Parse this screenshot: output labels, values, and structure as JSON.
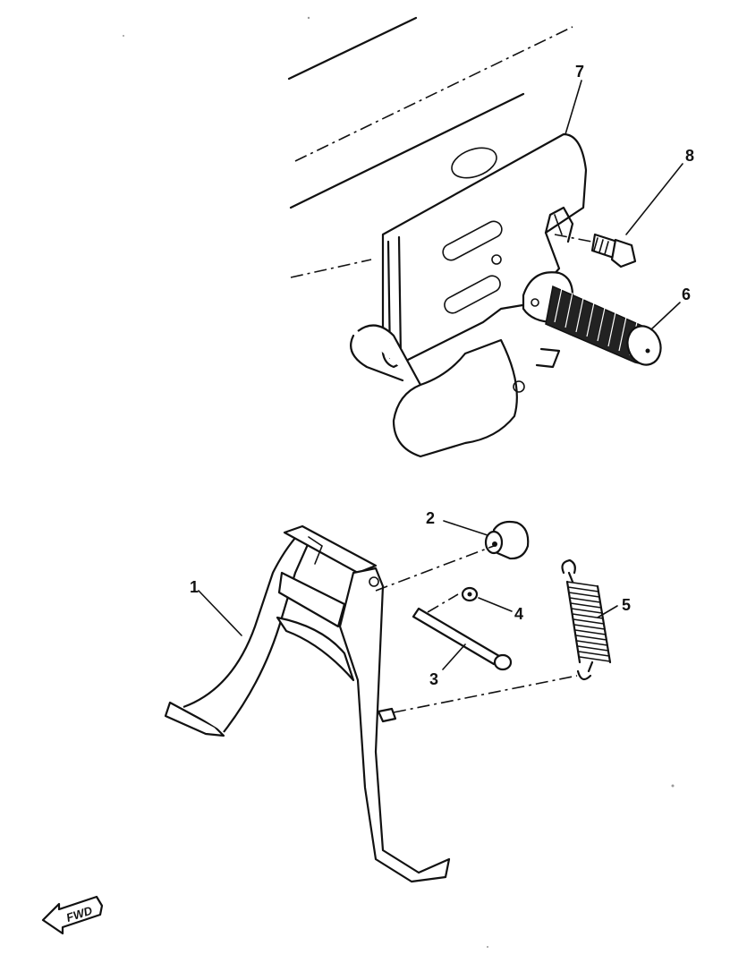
{
  "callouts": [
    {
      "id": "1",
      "label": "1"
    },
    {
      "id": "2",
      "label": "2"
    },
    {
      "id": "3",
      "label": "3"
    },
    {
      "id": "4",
      "label": "4"
    },
    {
      "id": "5",
      "label": "5"
    },
    {
      "id": "6",
      "label": "6"
    },
    {
      "id": "7",
      "label": "7"
    },
    {
      "id": "8",
      "label": "8"
    }
  ],
  "direction_badge": {
    "label": "FWD",
    "icon": "fwd-arrow-icon"
  }
}
